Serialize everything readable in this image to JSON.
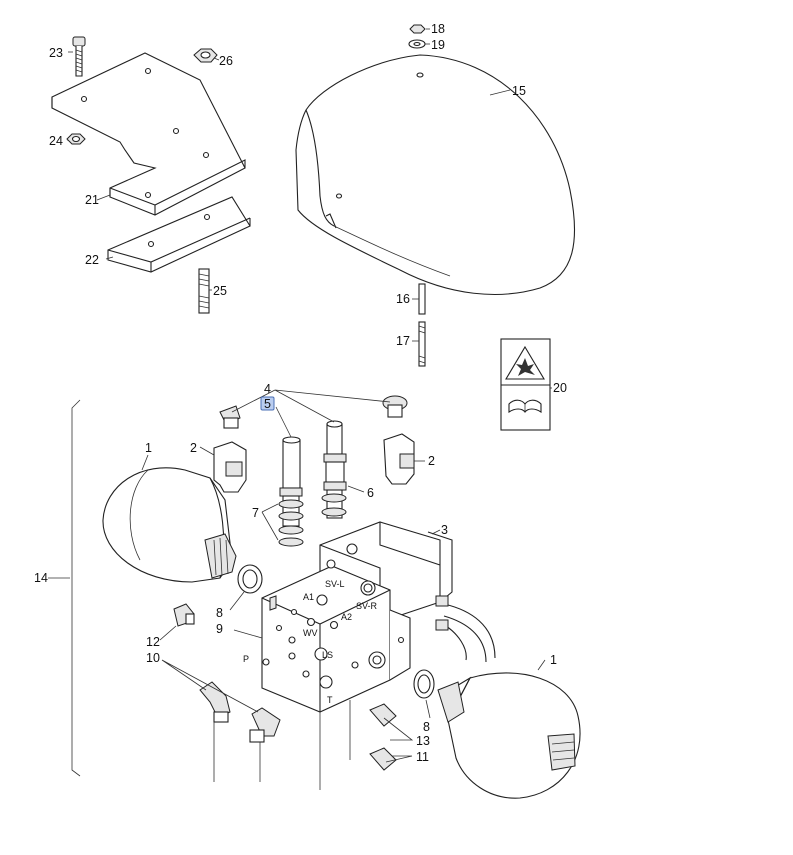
{
  "diagram": {
    "callouts": {
      "n1a": "1",
      "n1b": "1",
      "n2a": "2",
      "n2b": "2",
      "n3": "3",
      "n4": "4",
      "n5": "5",
      "n6": "6",
      "n7": "7",
      "n8a": "8",
      "n8b": "8",
      "n9": "9",
      "n10": "10",
      "n11": "11",
      "n12": "12",
      "n13": "13",
      "n14": "14",
      "n15": "15",
      "n16": "16",
      "n17": "17",
      "n18": "18",
      "n19": "19",
      "n20": "20",
      "n21": "21",
      "n22": "22",
      "n23": "23",
      "n24": "24",
      "n25": "25",
      "n26": "26"
    },
    "highlighted_callout": "5",
    "port_labels": {
      "svl": "SV-L",
      "svr": "SV-R",
      "a1": "A1",
      "a2": "A2",
      "wv": "WV",
      "ls": "LS",
      "p": "P",
      "t": "T"
    }
  }
}
